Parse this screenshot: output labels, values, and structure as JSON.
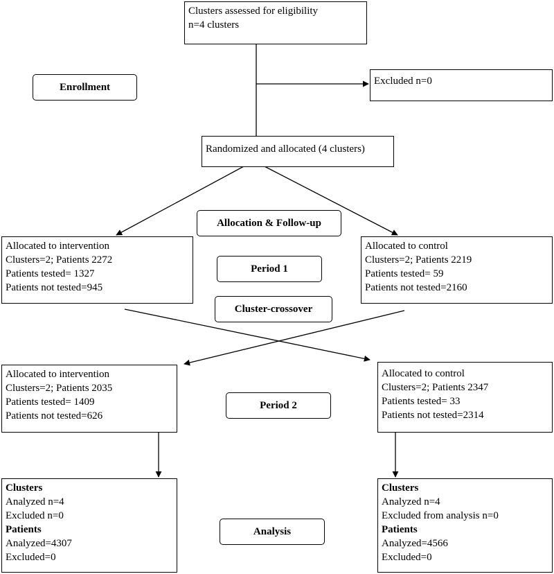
{
  "boxes": {
    "eligibility": [
      "Clusters assessed for eligibility",
      "n=4 clusters"
    ],
    "excluded": [
      "Excluded n=0"
    ],
    "randomized": [
      "Randomized and allocated (4 clusters)"
    ],
    "p1_intervention": [
      "Allocated to intervention",
      "Clusters=2; Patients 2272",
      "Patients tested= 1327",
      "Patients not tested=945"
    ],
    "p1_control": [
      "Allocated to control",
      "Clusters=2; Patients 2219",
      "Patients tested= 59",
      "Patients not tested=2160"
    ],
    "p2_intervention": [
      "Allocated to intervention",
      "Clusters=2; Patients 2035",
      "Patients tested= 1409",
      "Patients not tested=626"
    ],
    "p2_control": [
      "Allocated to control",
      "Clusters=2; Patients 2347",
      "Patients tested= 33",
      "Patients not tested=2314"
    ],
    "analysis_intervention": {
      "clusters_heading": "Clusters",
      "clusters_analyzed": "Analyzed n=4",
      "clusters_excluded": "Excluded n=0",
      "patients_heading": "Patients",
      "patients_analyzed": "Analyzed=4307",
      "patients_excluded": "Excluded=0"
    },
    "analysis_control": {
      "clusters_heading": "Clusters",
      "clusters_analyzed": "Analyzed n=4",
      "clusters_excluded": "Excluded from analysis n=0",
      "patients_heading": "Patients",
      "patients_analyzed": "Analyzed=4566",
      "patients_excluded": "Excluded=0"
    }
  },
  "labels": {
    "enrollment": "Enrollment",
    "allocation": "Allocation & Follow-up",
    "period1": "Period 1",
    "crossover": "Cluster-crossover",
    "period2": "Period 2",
    "analysis": "Analysis"
  }
}
